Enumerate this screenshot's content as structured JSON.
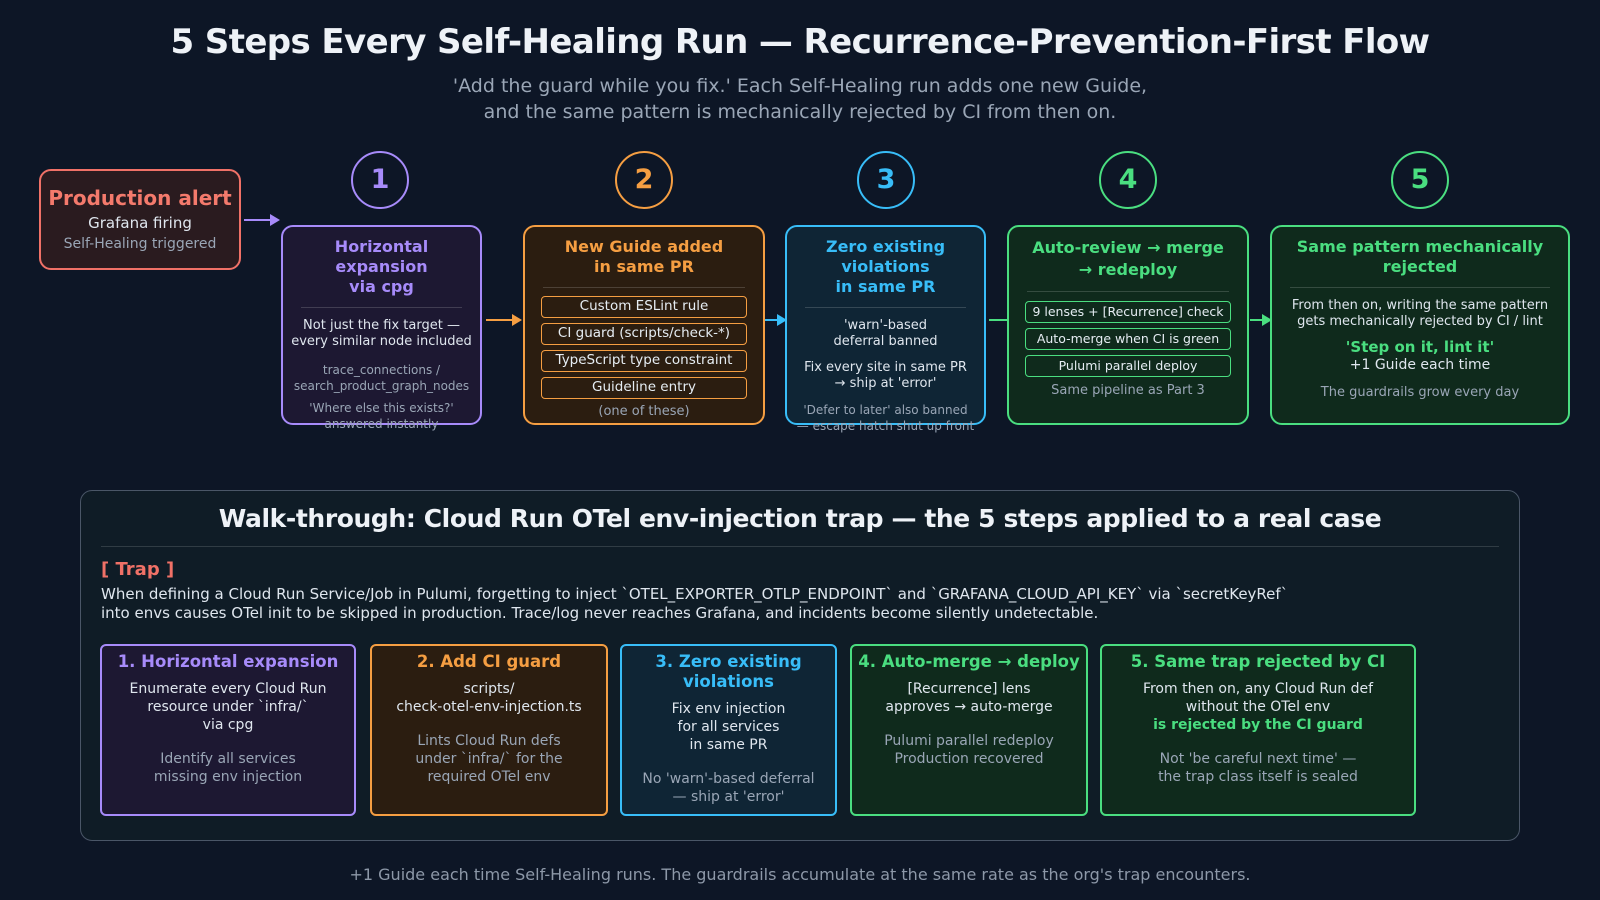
{
  "title": "5 Steps Every Self-Healing Run — Recurrence-Prevention-First Flow",
  "subtitle": {
    "line1": "'Add the guard while you fix.' Each Self-Healing run adds one new Guide,",
    "line2": "and the same pattern is mechanically rejected by CI from then on."
  },
  "alert": {
    "title": "Production alert",
    "line1": "Grafana firing",
    "line2": "Self-Healing triggered"
  },
  "colors": {
    "purple": "#a78bfa",
    "orange": "#f59e42",
    "blue": "#38bdf8",
    "green": "#4ade80",
    "red": "#f07167"
  },
  "steps": [
    {
      "number": "1",
      "title1": "Horizontal expansion",
      "title2": "via cpg",
      "body1": "Not just the fix target —",
      "body2": "every similar node included",
      "muted1": "trace_connections /",
      "muted2": "search_product_graph_nodes",
      "muted3": "'Where else this exists?'",
      "muted4": "answered instantly"
    },
    {
      "number": "2",
      "title1": "New Guide added",
      "title2": "in same PR",
      "chips": [
        "Custom ESLint rule",
        "CI guard (scripts/check-*)",
        "TypeScript type constraint",
        "Guideline entry"
      ],
      "muted1": "(one of these)"
    },
    {
      "number": "3",
      "title1": "Zero existing violations",
      "title2": "in same PR",
      "body1": "'warn'-based",
      "body2": "deferral banned",
      "body3": "Fix every site in same PR",
      "body4": "→ ship at 'error'",
      "muted1": "'Defer to later' also banned",
      "muted2": "— escape hatch shut up front"
    },
    {
      "number": "4",
      "title1": "Auto-review → merge",
      "title2": "→ redeploy",
      "chips": [
        "9 lenses + [Recurrence] check",
        "Auto-merge when CI is green",
        "Pulumi parallel deploy"
      ],
      "muted1": "Same pipeline as Part 3"
    },
    {
      "number": "5",
      "title1": "Same pattern mechanically",
      "title2": "rejected",
      "body1": "From then on, writing the same pattern",
      "body2": "gets mechanically rejected by CI / lint",
      "strong1": "'Step on it, lint it'",
      "body3": "+1 Guide each time",
      "muted1": "The guardrails grow every day"
    }
  ],
  "walkthrough": {
    "title": "Walk-through: Cloud Run OTel env-injection trap — the 5 steps applied to a real case",
    "trap_label": "[ Trap ]",
    "trap_line1": "When defining a Cloud Run Service/Job in Pulumi, forgetting to inject `OTEL_EXPORTER_OTLP_ENDPOINT` and `GRAFANA_CLOUD_API_KEY` via `secretKeyRef`",
    "trap_line2": "into envs causes OTel init to be skipped in production. Trace/log never reaches Grafana, and incidents become silently undetectable.",
    "cards": [
      {
        "title": "1. Horizontal expansion",
        "l1": "Enumerate every Cloud Run",
        "l2": "resource under `infra/`",
        "l3": "via cpg",
        "m1": "Identify all services",
        "m2": "missing env injection"
      },
      {
        "title": "2. Add CI guard",
        "l1": "scripts/",
        "l2": "check-otel-env-injection.ts",
        "m1": "Lints Cloud Run defs",
        "m2": "under `infra/` for the",
        "m3": "required OTel env"
      },
      {
        "title": "3. Zero existing violations",
        "l1": "Fix env injection",
        "l2": "for all services",
        "l3": "in same PR",
        "m1": "No 'warn'-based deferral",
        "m2": "— ship at 'error'"
      },
      {
        "title": "4. Auto-merge → deploy",
        "l1": "[Recurrence] lens",
        "l2": "approves → auto-merge",
        "m1": "Pulumi parallel redeploy",
        "m2": "Production recovered"
      },
      {
        "title": "5. Same trap rejected by CI",
        "l1": "From then on, any Cloud Run def",
        "l2": "without the OTel env",
        "s1": "is rejected by the CI guard",
        "m1": "Not 'be careful next time' —",
        "m2": "the trap class itself is sealed"
      }
    ]
  },
  "footer": "+1 Guide each time Self-Healing runs. The guardrails accumulate at the same rate as the org's trap encounters."
}
